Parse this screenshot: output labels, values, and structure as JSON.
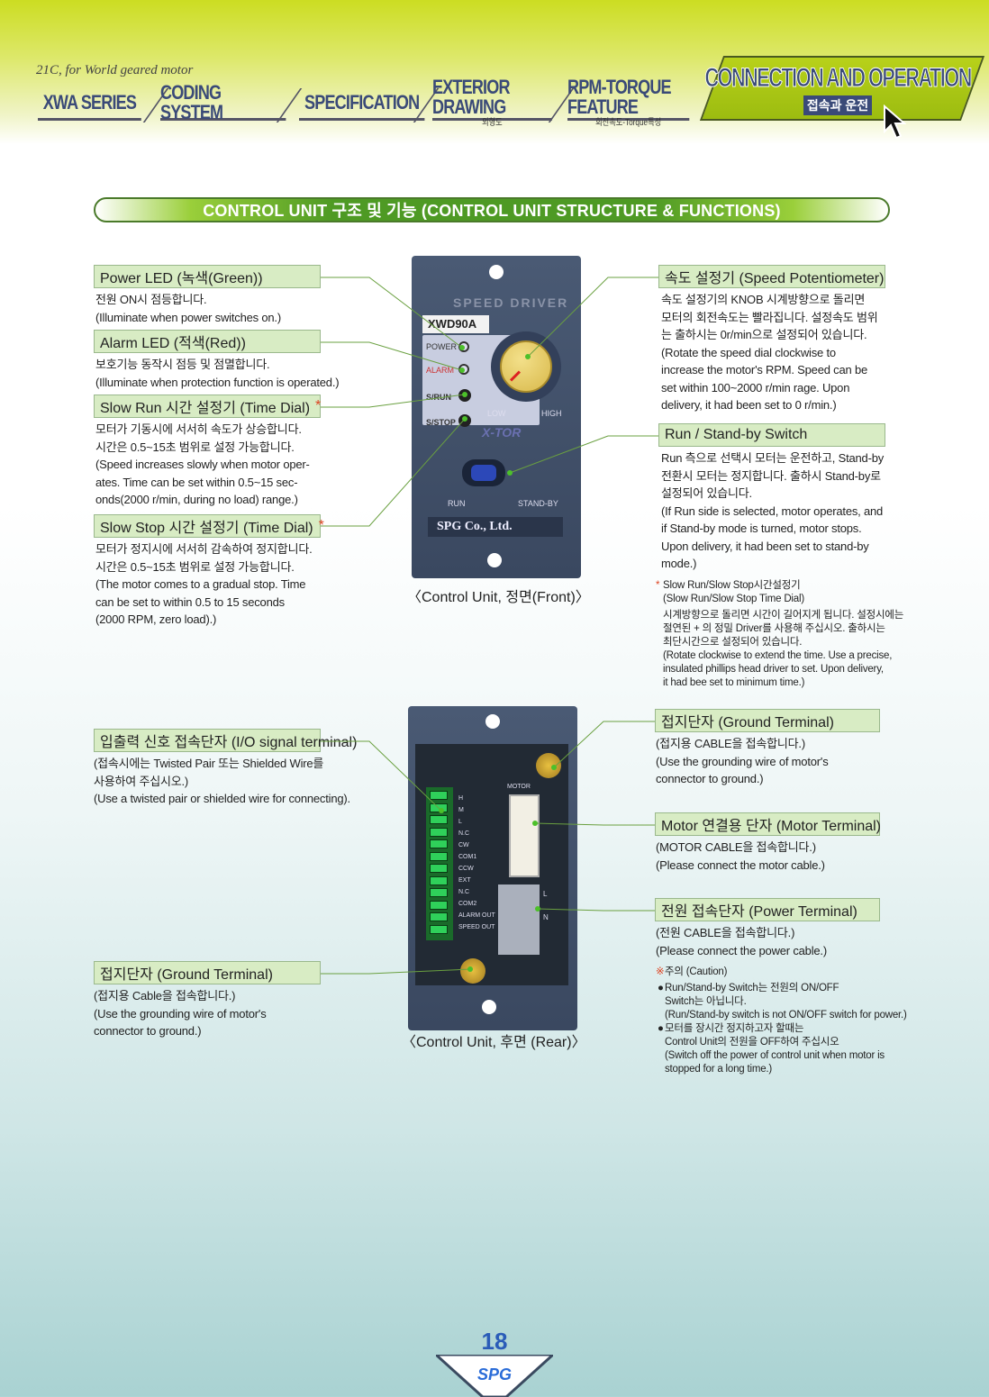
{
  "header": {
    "tagline": "21C, for World geared motor",
    "tabs": [
      {
        "label": "XWA SERIES",
        "sub": ""
      },
      {
        "label": "CODING SYSTEM",
        "sub": ""
      },
      {
        "label": "SPECIFICATION",
        "sub": ""
      },
      {
        "label": "EXTERIOR DRAWING",
        "sub": "외형도"
      },
      {
        "label": "RPM-TORQUE FEATURE",
        "sub": "회전속도-Torque특성"
      }
    ],
    "active_tab": {
      "label": "CONNECTION AND OPERATION",
      "sub": "접속과 운전"
    }
  },
  "section_title": "CONTROL UNIT 구조 및 기능 (CONTROL UNIT STRUCTURE & FUNCTIONS)",
  "front": {
    "caption": "〈Control Unit, 정면(Front)〉",
    "device": {
      "brand": "SPEED DRIVER",
      "model": "XWD90A",
      "power": "POWER",
      "alarm": "ALARM",
      "srun": "S/RUN",
      "sstop": "S/STOP",
      "low": "LOW",
      "high": "HIGH",
      "xtor": "X-TOR",
      "run": "RUN",
      "standby": "STAND-BY",
      "maker": "SPG Co., Ltd."
    },
    "left": [
      {
        "label": "Power   LED (녹색(Green))",
        "star": "",
        "desc": "전원 ON시 점등합니다.\n(Illuminate when power switches on.)"
      },
      {
        "label": "Alarm   LED (적색(Red))",
        "star": "",
        "desc": "보호기능 동작시 점등 및 점멸합니다.\n(Illuminate when protection function is operated.)"
      },
      {
        "label": "Slow Run 시간 설정기 (Time Dial)",
        "star": "*",
        "desc": "모터가 기동시에 서서히 속도가 상승합니다.\n시간은 0.5~15초 범위로 설정 가능합니다.\n(Speed increases slowly when motor oper-\nates. Time can be set within 0.5~15 sec-\nonds(2000 r/min, during no load) range.)"
      },
      {
        "label": "Slow Stop 시간 설정기 (Time Dial)",
        "star": "*",
        "desc": "모터가 정지시에 서서히 감속하여 정지합니다.\n시간은 0.5~15초 범위로 설정 가능합니다.\n(The motor comes to a gradual stop. Time\ncan be set to within 0.5 to 15 seconds\n(2000 RPM, zero load).)"
      }
    ],
    "right": [
      {
        "label": "속도 설정기 (Speed Potentiometer)",
        "desc": "속도 설정기의 KNOB 시계방향으로 돌리면\n모터의 회전속도는 빨라집니다. 설정속도 범위\n는 출하시는 0r/min으로 설정되어 있습니다.\n(Rotate the speed dial clockwise to\nincrease the motor's RPM. Speed can be\nset within 100~2000 r/min rage. Upon\ndelivery, it had been set to 0 r/min.)"
      },
      {
        "label": "Run / Stand-by Switch",
        "desc": "Run 측으로 선택시 모터는 운전하고, Stand-by\n전환시 모터는 정지합니다. 출하시  Stand-by로\n설정되어 있습니다.\n(If Run side is selected, motor operates, and\nif Stand-by mode is turned, motor stops.\nUpon delivery, it had been set to stand-by\nmode.)"
      }
    ],
    "note": {
      "mark": "*",
      "title": "Slow Run/Slow Stop시간설정기\n(Slow Run/Slow Stop Time Dial)",
      "body": "시계방향으로 돌리면 시간이 길어지게 됩니다. 설정시에는\n절연된 + 의 정밀 Driver를 사용해 주십시오. 출하시는\n최단시간으로 설정되어 있습니다.\n(Rotate clockwise to extend the time. Use a precise,\ninsulated phillips head driver to set. Upon delivery,\nit had bee set to minimum time.)"
    }
  },
  "rear": {
    "caption": "〈Control Unit, 후면 (Rear)〉",
    "device": {
      "motor": "MOTOR",
      "io_pins": [
        "H",
        "M",
        "L",
        "N.C",
        "CW",
        "COM1",
        "CCW",
        "EXT",
        "N.C",
        "COM2",
        "ALARM OUT",
        "SPEED OUT"
      ],
      "l": "L",
      "n": "N"
    },
    "left": [
      {
        "label": "입출력 신호 접속단자 (I/O signal terminal)",
        "desc": "(접속시에는 Twisted Pair 또는 Shielded Wire를\n사용하여 주십시오.)\n(Use a twisted pair or shielded wire for connecting)."
      },
      {
        "label": "접지단자 (Ground Terminal)",
        "desc": "(접지용 Cable을 접속합니다.)\n(Use the grounding wire of motor's\nconnector to ground.)"
      }
    ],
    "right": [
      {
        "label": "접지단자 (Ground Terminal)",
        "desc": "(접지용 CABLE을 접속합니다.)\n(Use the grounding wire of motor's\nconnector to ground.)"
      },
      {
        "label": "Motor 연결용 단자 (Motor Terminal)",
        "desc": "(MOTOR CABLE을 접속합니다.)\n(Please connect the motor cable.)"
      },
      {
        "label": "전원 접속단자 (Power Terminal)",
        "desc": "(전원 CABLE을 접속합니다.)\n(Please connect the power cable.)"
      }
    ],
    "caution": {
      "mark": "※",
      "title": "주의 (Caution)",
      "items": [
        "Run/Stand-by Switch는 전원의 ON/OFF\nSwitch는 아닙니다.\n(Run/Stand-by switch is not ON/OFF switch for power.)",
        "모터를 장시간 정지하고자 할때는\nControl Unit의 전원을 OFF하여 주십시오\n(Switch off the power of control unit when motor is\nstopped for a long time.)"
      ]
    }
  },
  "page_number": "18",
  "footer_logo": "SPG",
  "colors": {
    "label_bg": "#d8ecc4",
    "title_bar": "#4e9a24",
    "device": "#3f4d66",
    "accent_red": "#dd4422",
    "page_number": "#2a5cb8"
  }
}
